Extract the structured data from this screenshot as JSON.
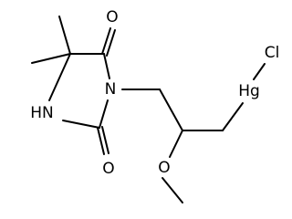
{
  "molecule": {
    "atoms": {
      "o_top": "O",
      "o_bottom": "O",
      "n_ring": "N",
      "nh_ring": "HN",
      "o_methoxy": "O",
      "hg": "Hg",
      "cl": "Cl"
    }
  }
}
